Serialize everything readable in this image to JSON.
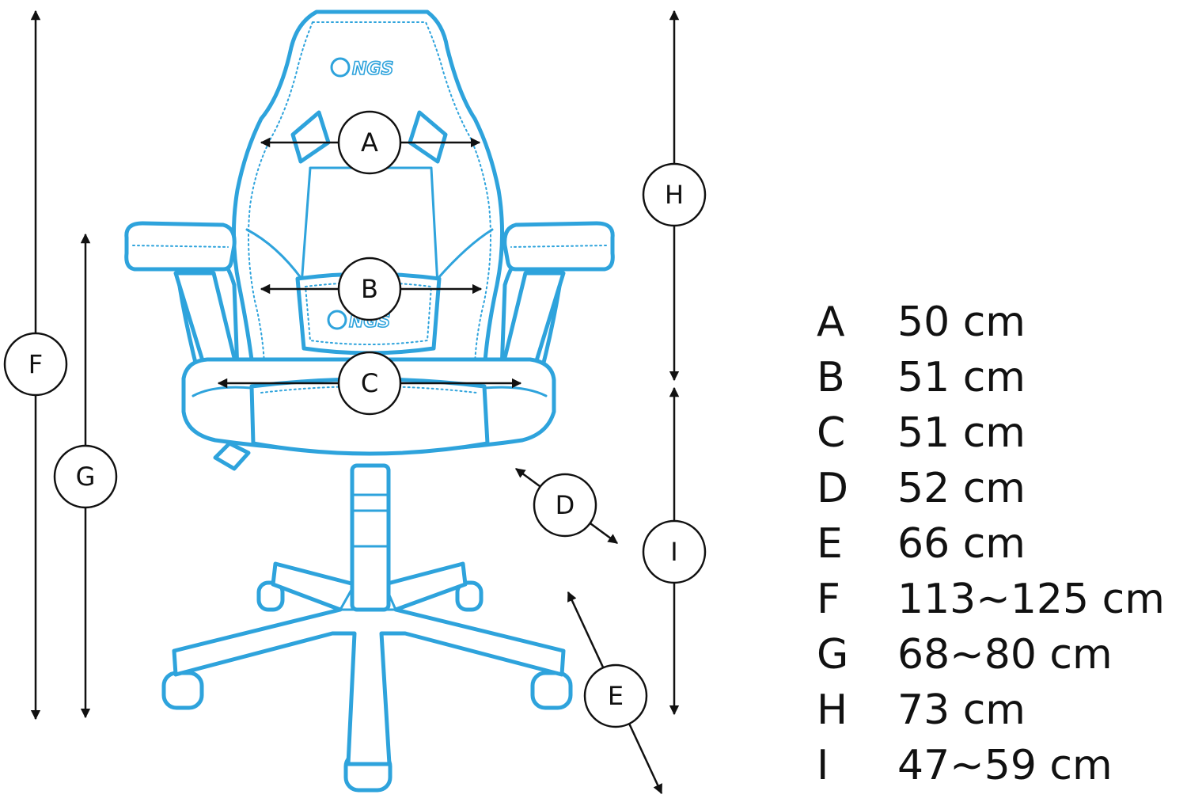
{
  "brand": {
    "logo_text": "NGS",
    "accent_color": "#2ea3dc"
  },
  "markers": [
    "A",
    "B",
    "C",
    "D",
    "E",
    "F",
    "G",
    "H",
    "I"
  ],
  "legend": [
    {
      "letter": "A",
      "value": "50 cm"
    },
    {
      "letter": "B",
      "value": "51 cm"
    },
    {
      "letter": "C",
      "value": "51 cm"
    },
    {
      "letter": "D",
      "value": "52 cm"
    },
    {
      "letter": "E",
      "value": "66 cm"
    },
    {
      "letter": "F",
      "value": "113~125 cm"
    },
    {
      "letter": "G",
      "value": "68~80 cm"
    },
    {
      "letter": "H",
      "value": "73 cm"
    },
    {
      "letter": "I",
      "value": "47~59 cm"
    }
  ]
}
